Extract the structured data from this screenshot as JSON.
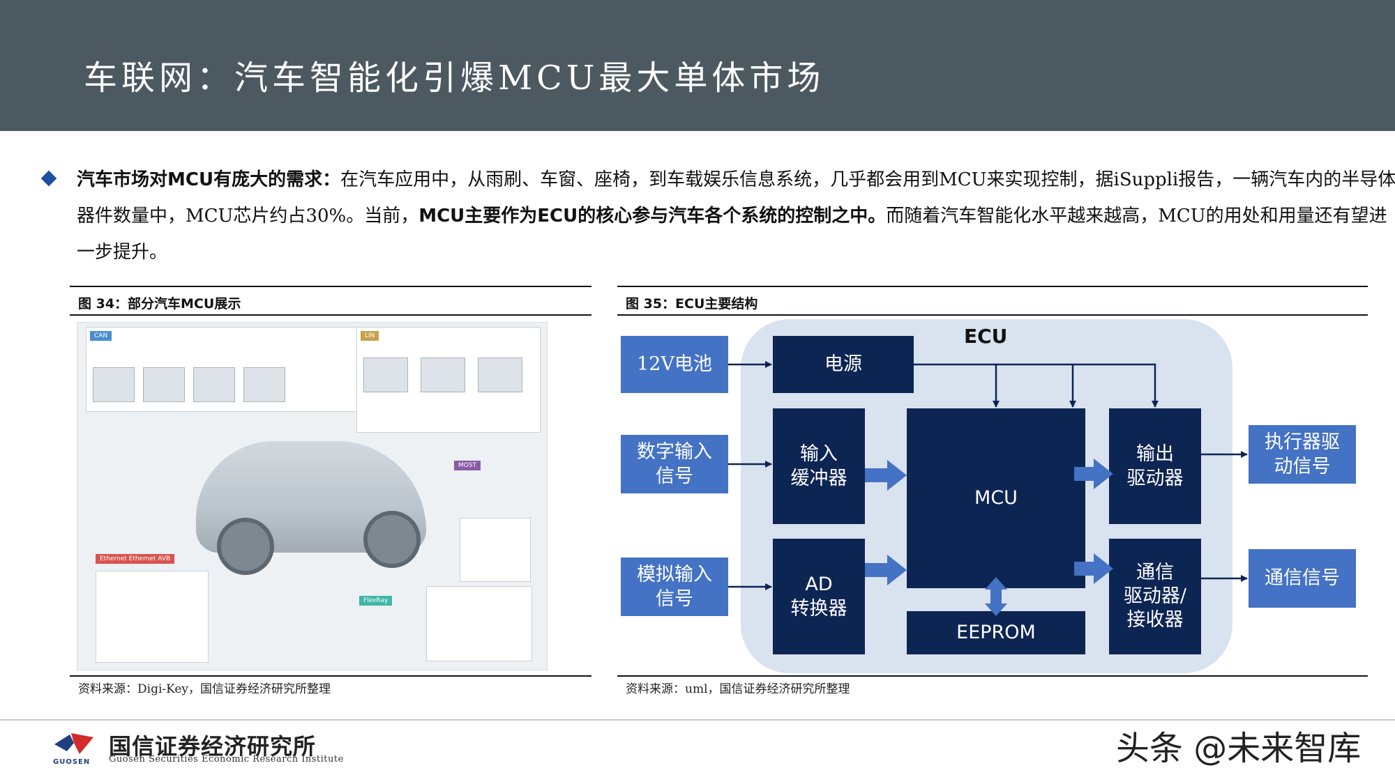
{
  "header": {
    "title": "车联网：汽车智能化引爆MCU最大单体市场"
  },
  "bullet": {
    "lead": "汽车市场对MCU有庞大的需求：",
    "text1": "在汽车应用中，从雨刷、车窗、座椅，到车载娱乐信息系统，几乎都会用到MCU来实现控制，据iSuppli报告，一辆汽车内的半导体器件数量中，MCU芯片约占30%。当前，",
    "bold2": "MCU主要作为ECU的核心参与汽车各个系统的控制之中。",
    "text3": "而随着汽车智能化水平越来越高，MCU的用处和用量还有望进一步提升。"
  },
  "fig34": {
    "title": "图 34：部分汽车MCU展示",
    "source": "资料来源：Digi-Key，国信证券经济研究所整理",
    "tags": [
      "CAN",
      "LIN",
      "MOST",
      "Ethernet Ethernet AVB",
      "FlexRay"
    ]
  },
  "fig35": {
    "title": "图 35：ECU主要结构",
    "source": "资料来源：uml，国信证券经济研究所整理",
    "ecu_label": "ECU",
    "battery": "12V电池",
    "power": "电源",
    "digital_in": "数字输入\n信号",
    "analog_in": "模拟输入\n信号",
    "input_buffer": "输入\n缓冲器",
    "ad_converter": "AD\n转换器",
    "mcu": "MCU",
    "eeprom": "EEPROM",
    "output_driver": "输出\n驱动器",
    "comm_driver": "通信\n驱动器/\n接收器",
    "actuator_signal": "执行器驱\n动信号",
    "comm_signal": "通信信号"
  },
  "footer": {
    "logo_cn": "国信证券经济研究所",
    "logo_en": "Guosen Securities Economic Research Institute",
    "logo_sub": "GUOSEN",
    "watermark": "头条 @未来智库"
  },
  "colors": {
    "header": "#4d5961",
    "light_box": "#4472c4",
    "dark_box": "#0d2553",
    "ecu_bg": "#d9e2ef"
  }
}
